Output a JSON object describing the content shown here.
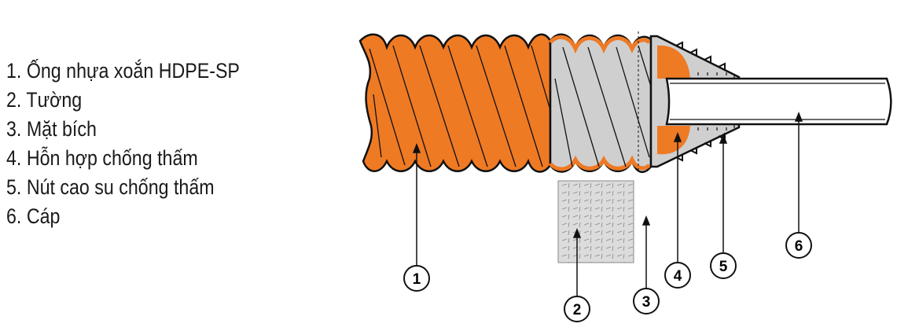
{
  "legend": {
    "items": [
      "1. Ống nhựa xoắn HDPE-SP",
      "2. Tường",
      "3. Mặt bích",
      "4. Hỗn hợp chống thấm",
      "5. Nút cao su chống thấm",
      "6. Cáp"
    ]
  },
  "callouts": [
    "1",
    "2",
    "3",
    "4",
    "5",
    "6"
  ],
  "colors": {
    "pipe": "#ef7a24",
    "flange": "#cfcfcf",
    "wall": "#dadada",
    "outline": "#111111"
  }
}
